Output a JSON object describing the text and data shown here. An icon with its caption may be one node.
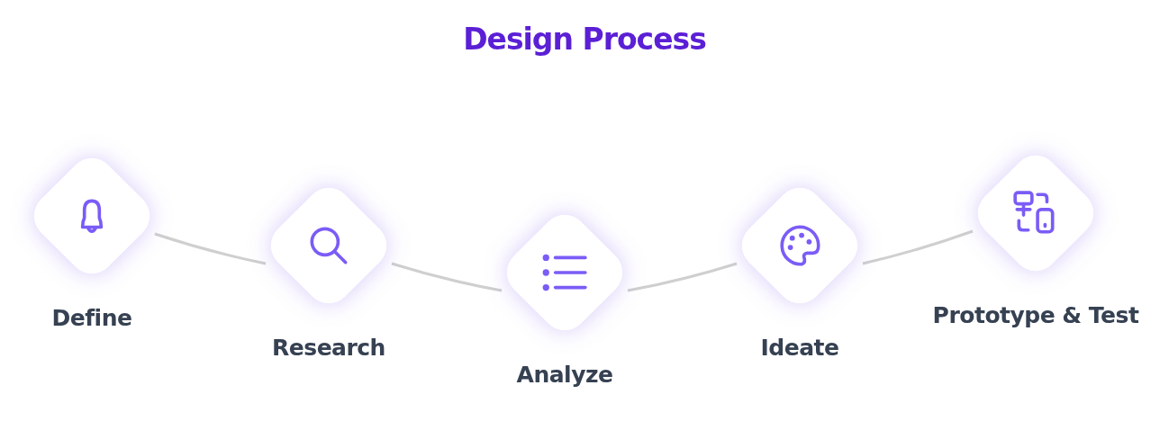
{
  "diagram": {
    "title": "Design Process",
    "nodes": [
      {
        "text": [
          "Define"
        ]
      },
      {
        "text": [
          "Research"
        ]
      },
      {
        "text": [
          "Analyze"
        ]
      },
      {
        "text": [
          "Ideate"
        ]
      },
      {
        "text": [
          "Prototype & Test"
        ]
      }
    ],
    "edges": [
      {
        "from": 0,
        "to": 1,
        "arrow": "none"
      },
      {
        "from": 1,
        "to": 2,
        "arrow": "none"
      },
      {
        "from": 2,
        "to": 3,
        "arrow": "none"
      },
      {
        "from": 3,
        "to": 4,
        "arrow": "none"
      }
    ]
  }
}
